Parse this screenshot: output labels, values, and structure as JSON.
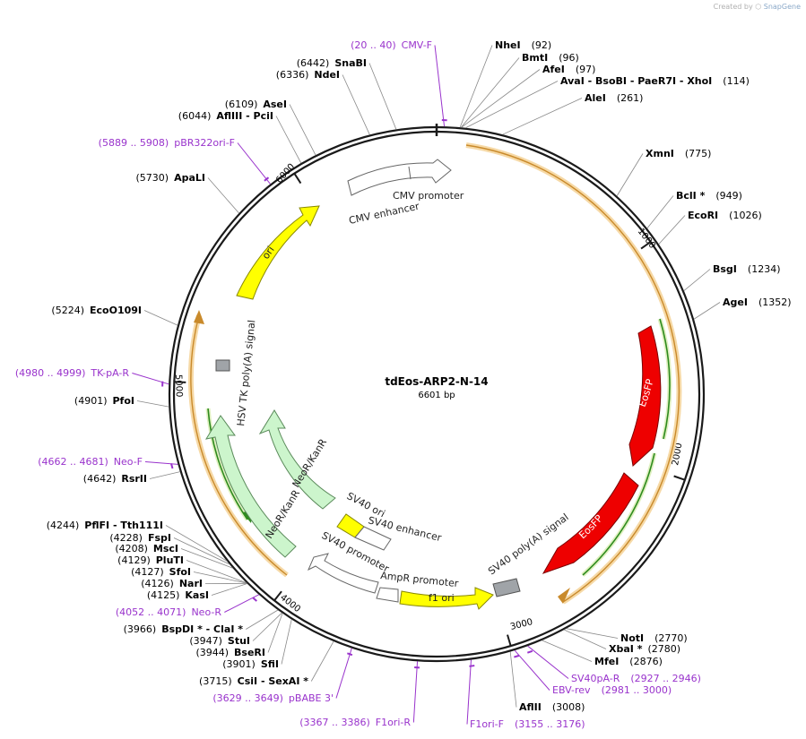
{
  "app": {
    "credit": "Created by",
    "brand": "SnapGene"
  },
  "plasmid": {
    "name": "tdEos-ARP2-N-14",
    "size": "6601 bp",
    "total_bp": 6601
  },
  "ticks": [
    {
      "bp": 1000,
      "label": "1000"
    },
    {
      "bp": 2000,
      "label": "2000"
    },
    {
      "bp": 3000,
      "label": "3000"
    },
    {
      "bp": 4000,
      "label": "4000"
    },
    {
      "bp": 5000,
      "label": "5000"
    },
    {
      "bp": 6000,
      "label": "6000"
    }
  ],
  "right_sites": [
    {
      "name": "NheI",
      "pos": "(92)",
      "bp": 92
    },
    {
      "name": "BmtI",
      "pos": "(96)",
      "bp": 96
    },
    {
      "name": "AfeI",
      "pos": "(97)",
      "bp": 97
    },
    {
      "name": "AvaI - BsoBI - PaeR7I - XhoI",
      "pos": "(114)",
      "bp": 114
    },
    {
      "name": "AleI",
      "pos": "(261)",
      "bp": 261
    },
    {
      "name": "XmnI",
      "pos": "(775)",
      "bp": 775
    },
    {
      "name": "BclI *",
      "pos": "(949)",
      "bp": 949
    },
    {
      "name": "EcoRI",
      "pos": "(1026)",
      "bp": 1026
    },
    {
      "name": "BsgI",
      "pos": "(1234)",
      "bp": 1234
    },
    {
      "name": "AgeI",
      "pos": "(1352)",
      "bp": 1352
    },
    {
      "name": "NotI",
      "pos": "(2770)",
      "bp": 2770
    },
    {
      "name": "XbaI *",
      "pos": "(2780)",
      "bp": 2780
    },
    {
      "name": "MfeI",
      "pos": "(2876)",
      "bp": 2876
    },
    {
      "name": "AflII",
      "pos": "(3008)",
      "bp": 3008
    }
  ],
  "left_sites": [
    {
      "pos": "(6442)",
      "name": "SnaBI",
      "bp": 6442
    },
    {
      "pos": "(6336)",
      "name": "NdeI",
      "bp": 6336
    },
    {
      "pos": "(6109)",
      "name": "AseI",
      "bp": 6109
    },
    {
      "pos": "(6044)",
      "name": "AflIII - PciI",
      "bp": 6044
    },
    {
      "pos": "(5730)",
      "name": "ApaLI",
      "bp": 5730
    },
    {
      "pos": "(5224)",
      "name": "EcoO109I",
      "bp": 5224
    },
    {
      "pos": "(4901)",
      "name": "PfoI",
      "bp": 4901
    },
    {
      "pos": "(4642)",
      "name": "RsrII",
      "bp": 4642
    },
    {
      "pos": "(4244)",
      "name": "PflFI - Tth111I",
      "bp": 4244
    },
    {
      "pos": "(4228)",
      "name": "FspI",
      "bp": 4228
    },
    {
      "pos": "(4208)",
      "name": "MscI",
      "bp": 4208
    },
    {
      "pos": "(4129)",
      "name": "PluTI",
      "bp": 4129
    },
    {
      "pos": "(4127)",
      "name": "SfoI",
      "bp": 4127
    },
    {
      "pos": "(4126)",
      "name": "NarI",
      "bp": 4126
    },
    {
      "pos": "(4125)",
      "name": "KasI",
      "bp": 4125
    },
    {
      "pos": "(3966)",
      "name": "BspDI * - ClaI *",
      "bp": 3966
    },
    {
      "pos": "(3947)",
      "name": "StuI",
      "bp": 3947
    },
    {
      "pos": "(3944)",
      "name": "BseRI",
      "bp": 3944
    },
    {
      "pos": "(3901)",
      "name": "SfiI",
      "bp": 3901
    },
    {
      "pos": "(3715)",
      "name": "CsiI - SexAI *",
      "bp": 3715
    }
  ],
  "primers": [
    {
      "pos": "(20 .. 40)",
      "name": "CMV-F",
      "bp": 30
    },
    {
      "pos": "(5889 .. 5908)",
      "name": "pBR322ori-F",
      "bp": 5898
    },
    {
      "pos": "(4980 .. 4999)",
      "name": "TK-pA-R",
      "bp": 4990
    },
    {
      "pos": "(4662 .. 4681)",
      "name": "Neo-F",
      "bp": 4672
    },
    {
      "pos": "(4052 .. 4071)",
      "name": "Neo-R",
      "bp": 4062
    },
    {
      "pos": "(3629 .. 3649)",
      "name": "pBABE 3'",
      "bp": 3639
    },
    {
      "pos": "(3367 .. 3386)",
      "name": "F1ori-R",
      "bp": 3376
    },
    {
      "pos": "(3155 .. 3176)",
      "name": "F1ori-F",
      "bp": 3165
    },
    {
      "pos": "(2981 .. 3000)",
      "name": "EBV-rev",
      "bp": 2990
    },
    {
      "name": "SV40pA-R",
      "pos": "(2927 .. 2946)",
      "bp": 2936
    }
  ],
  "features": {
    "cmv_promoter": "CMV promoter",
    "cmv_enhancer": "CMV enhancer",
    "ori": "ori",
    "hsv_tk": "HSV TK poly(A) signal",
    "neokan_inner": "NeoR/KanR",
    "neokan_outer": "NeoR/KanR",
    "sv40_ori": "SV40 ori",
    "sv40_enhancer": "SV40 enhancer",
    "sv40_promoter": "SV40 promoter",
    "ampr_promoter": "AmpR promoter",
    "f1_ori": "f1 ori",
    "sv40_polya": "SV40 poly(A) signal",
    "eosfp_1": "EosFP",
    "eosfp_2": "EosFP"
  },
  "colors": {
    "ring": "#1a1a1a",
    "orf": "#d79a3a",
    "orf_glow": "#f6d9a6",
    "orf_green": "#2e8b1e",
    "eos": "#ee0000",
    "ori": "#ffff00",
    "neo": "#ccf5cc",
    "primer": "#9933cc",
    "enzyme": "#000000",
    "leader": "#888888"
  }
}
